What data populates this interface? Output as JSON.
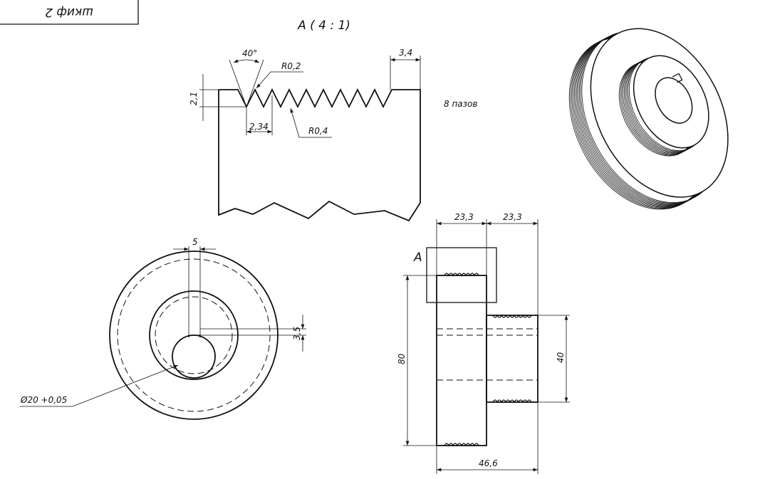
{
  "title_block": {
    "text": "шкиф 2"
  },
  "detail_view": {
    "title": "А ( 4 : 1)",
    "angle": "40°",
    "radius_top": "R0,2",
    "radius_bottom": "R0,4",
    "depth": "2,1",
    "pitch": "2,34",
    "edge": "3,4",
    "grooves_note": "8 пазов"
  },
  "front_view": {
    "key_width": "5",
    "key_depth": "3,5",
    "bore": "Ø20 +0,05"
  },
  "side_view": {
    "section_label": "А",
    "width_1": "23,3",
    "width_2": "23,3",
    "outer_dia": "80",
    "hub_dia": "40",
    "total_width": "46,6"
  }
}
